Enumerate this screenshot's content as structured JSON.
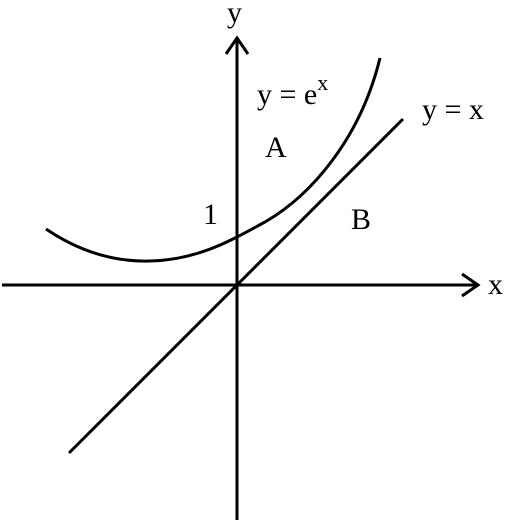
{
  "axes": {
    "x_label": "x",
    "y_label": "y"
  },
  "curves": {
    "exp_label_base": "y = e",
    "exp_label_exponent": "x",
    "line_label": "y = x"
  },
  "marks": {
    "intercept": "1",
    "region_a": "A",
    "region_b": "B"
  },
  "colors": {
    "ink": "#000000",
    "background": "#ffffff"
  }
}
